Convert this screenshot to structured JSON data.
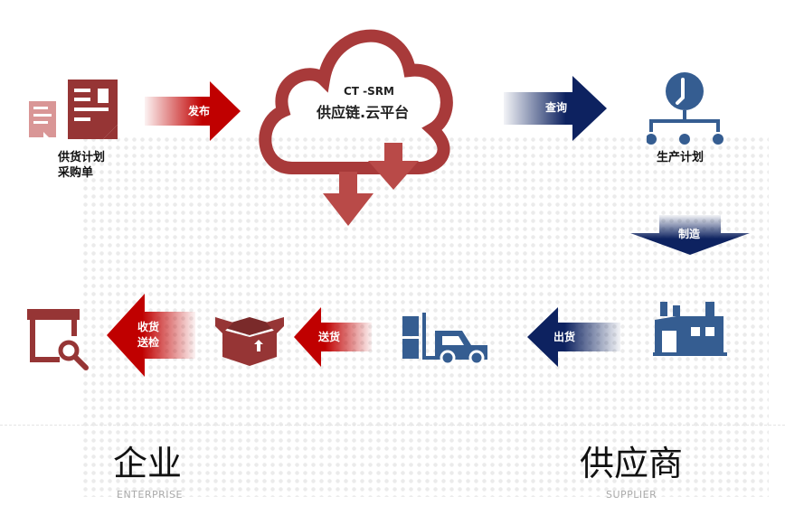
{
  "cloud": {
    "title": "CT -SRM",
    "subtitle": "供应链.云平台"
  },
  "enterprise_docs": {
    "line1": "供货计划",
    "line2": "采购单"
  },
  "production": {
    "label": "生产计划"
  },
  "arrows": {
    "publish": "发布",
    "query": "查询",
    "manufacture": "制造",
    "ship": "出货",
    "deliver": "送货",
    "receive_line1": "收货",
    "receive_line2": "送检"
  },
  "sides": {
    "left_title": "企业",
    "left_sub": "ENTERPRISE",
    "right_title": "供应商",
    "right_sub": "SUPPLIER"
  },
  "colors": {
    "red": "#c00000",
    "darkred": "#9b3434",
    "navy": "#0d2260",
    "blue": "#355d91"
  }
}
